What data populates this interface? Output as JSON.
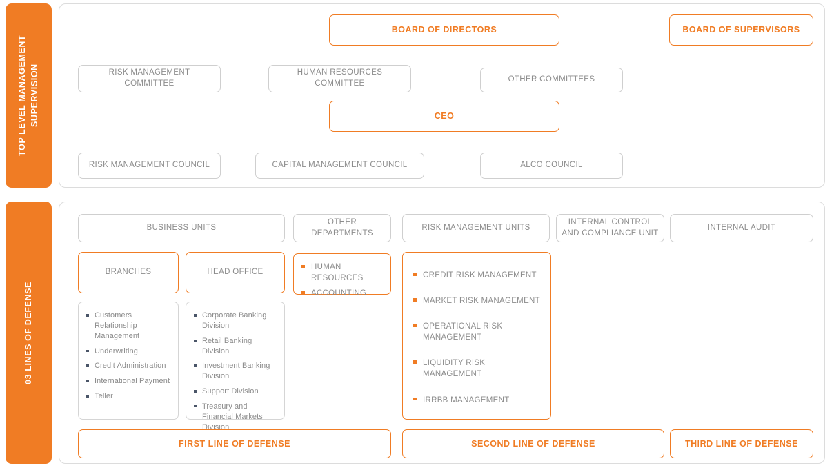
{
  "theme": {
    "accent": "#F07C24",
    "text_gray": "#8c8c8c",
    "border_gray": "#cfcfcf"
  },
  "sections": {
    "top": {
      "sidebar_label": "TOP LEVEL MANAGEMENT SUPERVISION",
      "board_of_directors": "BOARD OF DIRECTORS",
      "board_of_supervisors": "BOARD OF SUPERVISORS",
      "ceo": "CEO",
      "committees": [
        "RISK MANAGEMENT COMMITTEE",
        "HUMAN RESOURCES COMMITTEE",
        "OTHER COMMITTEES"
      ],
      "councils": [
        "RISK MANAGEMENT COUNCIL",
        "CAPITAL MANAGEMENT COUNCIL",
        "ALCO COUNCIL"
      ]
    },
    "bottom": {
      "sidebar_label": "03 LINES OF DEFENSE",
      "headers": {
        "business_units": "BUSINESS UNITS",
        "other_departments": "OTHER DEPARTMENTS",
        "risk_management_units": "RISK MANAGEMENT UNITS",
        "internal_control": "INTERNAL CONTROL AND COMPLIANCE UNIT",
        "internal_audit": "INTERNAL AUDIT"
      },
      "branches": {
        "title": "BRANCHES",
        "items": [
          "Customers Relationship Management",
          "Underwriting",
          "Credit Administration",
          "International Payment",
          "Teller"
        ]
      },
      "head_office": {
        "title": "HEAD OFFICE",
        "items": [
          "Corporate Banking Division",
          "Retail Banking Division",
          "Investment Banking Division",
          "Support Division",
          "Treasury and Financial Markets Division"
        ]
      },
      "other_departments_items": [
        "HUMAN RESOURCES",
        "ACCOUNTING"
      ],
      "risk_management_items": [
        "CREDIT RISK MANAGEMENT",
        "MARKET RISK MANAGEMENT",
        "OPERATIONAL RISK MANAGEMENT",
        "LIQUIDITY RISK MANAGEMENT",
        "IRRBB MANAGEMENT"
      ],
      "lines_of_defense": [
        "FIRST LINE OF DEFENSE",
        "SECOND LINE OF DEFENSE",
        "THIRD LINE OF DEFENSE"
      ]
    }
  }
}
